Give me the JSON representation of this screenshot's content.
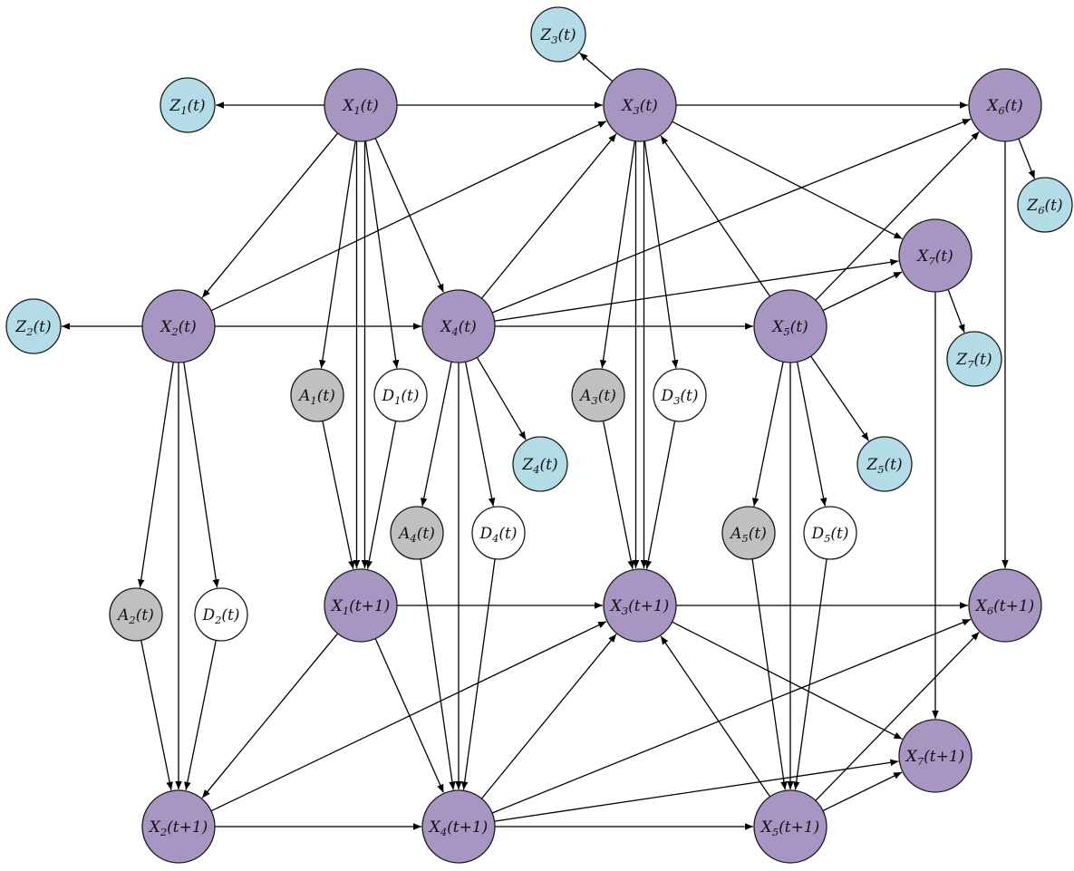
{
  "colors": {
    "state": "#a796c2",
    "observation": "#b3dce7",
    "action": "#c0c0c0",
    "decision": "#ffffff",
    "edge": "#000000"
  },
  "nodes": [
    {
      "id": "X1t",
      "type": "state",
      "label": {
        "base": "X",
        "sub": "1",
        "suffix": "(t)"
      }
    },
    {
      "id": "X3t",
      "type": "state",
      "label": {
        "base": "X",
        "sub": "3",
        "suffix": "(t)"
      }
    },
    {
      "id": "X6t",
      "type": "state",
      "label": {
        "base": "X",
        "sub": "6",
        "suffix": "(t)"
      }
    },
    {
      "id": "X7t",
      "type": "state",
      "label": {
        "base": "X",
        "sub": "7",
        "suffix": "(t)"
      }
    },
    {
      "id": "X2t",
      "type": "state",
      "label": {
        "base": "X",
        "sub": "2",
        "suffix": "(t)"
      }
    },
    {
      "id": "X4t",
      "type": "state",
      "label": {
        "base": "X",
        "sub": "4",
        "suffix": "(t)"
      }
    },
    {
      "id": "X5t",
      "type": "state",
      "label": {
        "base": "X",
        "sub": "5",
        "suffix": "(t)"
      }
    },
    {
      "id": "Z1t",
      "type": "observation",
      "label": {
        "base": "Z",
        "sub": "1",
        "suffix": "(t)"
      }
    },
    {
      "id": "Z3t",
      "type": "observation",
      "label": {
        "base": "Z",
        "sub": "3",
        "suffix": "(t)"
      }
    },
    {
      "id": "Z6t",
      "type": "observation",
      "label": {
        "base": "Z",
        "sub": "6",
        "suffix": "(t)"
      }
    },
    {
      "id": "Z2t",
      "type": "observation",
      "label": {
        "base": "Z",
        "sub": "2",
        "suffix": "(t)"
      }
    },
    {
      "id": "Z7t",
      "type": "observation",
      "label": {
        "base": "Z",
        "sub": "7",
        "suffix": "(t)"
      }
    },
    {
      "id": "Z4t",
      "type": "observation",
      "label": {
        "base": "Z",
        "sub": "4",
        "suffix": "(t)"
      }
    },
    {
      "id": "Z5t",
      "type": "observation",
      "label": {
        "base": "Z",
        "sub": "5",
        "suffix": "(t)"
      }
    },
    {
      "id": "A1t",
      "type": "action",
      "label": {
        "base": "A",
        "sub": "1",
        "suffix": "(t)"
      }
    },
    {
      "id": "D1t",
      "type": "decision",
      "label": {
        "base": "D",
        "sub": "1",
        "suffix": "(t)"
      }
    },
    {
      "id": "A3t",
      "type": "action",
      "label": {
        "base": "A",
        "sub": "3",
        "suffix": "(t)"
      }
    },
    {
      "id": "D3t",
      "type": "decision",
      "label": {
        "base": "D",
        "sub": "3",
        "suffix": "(t)"
      }
    },
    {
      "id": "A4t",
      "type": "action",
      "label": {
        "base": "A",
        "sub": "4",
        "suffix": "(t)"
      }
    },
    {
      "id": "D4t",
      "type": "decision",
      "label": {
        "base": "D",
        "sub": "4",
        "suffix": "(t)"
      }
    },
    {
      "id": "A5t",
      "type": "action",
      "label": {
        "base": "A",
        "sub": "5",
        "suffix": "(t)"
      }
    },
    {
      "id": "D5t",
      "type": "decision",
      "label": {
        "base": "D",
        "sub": "5",
        "suffix": "(t)"
      }
    },
    {
      "id": "A2t",
      "type": "action",
      "label": {
        "base": "A",
        "sub": "2",
        "suffix": "(t)"
      }
    },
    {
      "id": "D2t",
      "type": "decision",
      "label": {
        "base": "D",
        "sub": "2",
        "suffix": "(t)"
      }
    },
    {
      "id": "X1t1",
      "type": "state",
      "label": {
        "base": "X",
        "sub": "1",
        "suffix": "(t+1)"
      }
    },
    {
      "id": "X3t1",
      "type": "state",
      "label": {
        "base": "X",
        "sub": "3",
        "suffix": "(t+1)"
      }
    },
    {
      "id": "X6t1",
      "type": "state",
      "label": {
        "base": "X",
        "sub": "6",
        "suffix": "(t+1)"
      }
    },
    {
      "id": "X7t1",
      "type": "state",
      "label": {
        "base": "X",
        "sub": "7",
        "suffix": "(t+1)"
      }
    },
    {
      "id": "X2t1",
      "type": "state",
      "label": {
        "base": "X",
        "sub": "2",
        "suffix": "(t+1)"
      }
    },
    {
      "id": "X4t1",
      "type": "state",
      "label": {
        "base": "X",
        "sub": "4",
        "suffix": "(t+1)"
      }
    },
    {
      "id": "X5t1",
      "type": "state",
      "label": {
        "base": "X",
        "sub": "5",
        "suffix": "(t+1)"
      }
    }
  ],
  "edges": [
    [
      "X1t",
      "Z1t"
    ],
    [
      "X1t",
      "X3t"
    ],
    [
      "X1t",
      "X2t"
    ],
    [
      "X1t",
      "X4t"
    ],
    [
      "X1t",
      "A1t"
    ],
    [
      "X1t",
      "D1t"
    ],
    [
      "X1t",
      "X1t1"
    ],
    [
      "X1t",
      "X1t1"
    ],
    [
      "X3t",
      "Z3t"
    ],
    [
      "X3t",
      "X6t"
    ],
    [
      "X3t",
      "X7t"
    ],
    [
      "X3t",
      "A3t"
    ],
    [
      "X3t",
      "D3t"
    ],
    [
      "X3t",
      "X3t1"
    ],
    [
      "X3t",
      "X3t1"
    ],
    [
      "X6t",
      "Z6t"
    ],
    [
      "X6t",
      "X6t1"
    ],
    [
      "X7t",
      "Z7t"
    ],
    [
      "X7t",
      "X7t1"
    ],
    [
      "X2t",
      "Z2t"
    ],
    [
      "X2t",
      "X4t"
    ],
    [
      "X2t",
      "X3t"
    ],
    [
      "X2t",
      "A2t"
    ],
    [
      "X2t",
      "D2t"
    ],
    [
      "X2t",
      "X2t1"
    ],
    [
      "X4t",
      "X5t"
    ],
    [
      "X4t",
      "X3t"
    ],
    [
      "X4t",
      "X6t"
    ],
    [
      "X4t",
      "X7t"
    ],
    [
      "X4t",
      "Z4t"
    ],
    [
      "X4t",
      "A4t"
    ],
    [
      "X4t",
      "D4t"
    ],
    [
      "X4t",
      "X4t1"
    ],
    [
      "X5t",
      "X3t"
    ],
    [
      "X5t",
      "X6t"
    ],
    [
      "X5t",
      "X7t"
    ],
    [
      "X5t",
      "Z5t"
    ],
    [
      "X5t",
      "A5t"
    ],
    [
      "X5t",
      "D5t"
    ],
    [
      "X5t",
      "X5t1"
    ],
    [
      "A1t",
      "X1t1"
    ],
    [
      "D1t",
      "X1t1"
    ],
    [
      "A3t",
      "X3t1"
    ],
    [
      "D3t",
      "X3t1"
    ],
    [
      "A4t",
      "X4t1"
    ],
    [
      "D4t",
      "X4t1"
    ],
    [
      "A5t",
      "X5t1"
    ],
    [
      "D5t",
      "X5t1"
    ],
    [
      "A2t",
      "X2t1"
    ],
    [
      "D2t",
      "X2t1"
    ],
    [
      "X1t1",
      "X3t1"
    ],
    [
      "X1t1",
      "X2t1"
    ],
    [
      "X1t1",
      "X4t1"
    ],
    [
      "X3t1",
      "X6t1"
    ],
    [
      "X3t1",
      "X7t1"
    ],
    [
      "X2t1",
      "X4t1"
    ],
    [
      "X2t1",
      "X3t1"
    ],
    [
      "X4t1",
      "X5t1"
    ],
    [
      "X4t1",
      "X3t1"
    ],
    [
      "X4t1",
      "X6t1"
    ],
    [
      "X4t1",
      "X7t1"
    ],
    [
      "X5t1",
      "X3t1"
    ],
    [
      "X5t1",
      "X6t1"
    ],
    [
      "X5t1",
      "X7t1"
    ]
  ]
}
